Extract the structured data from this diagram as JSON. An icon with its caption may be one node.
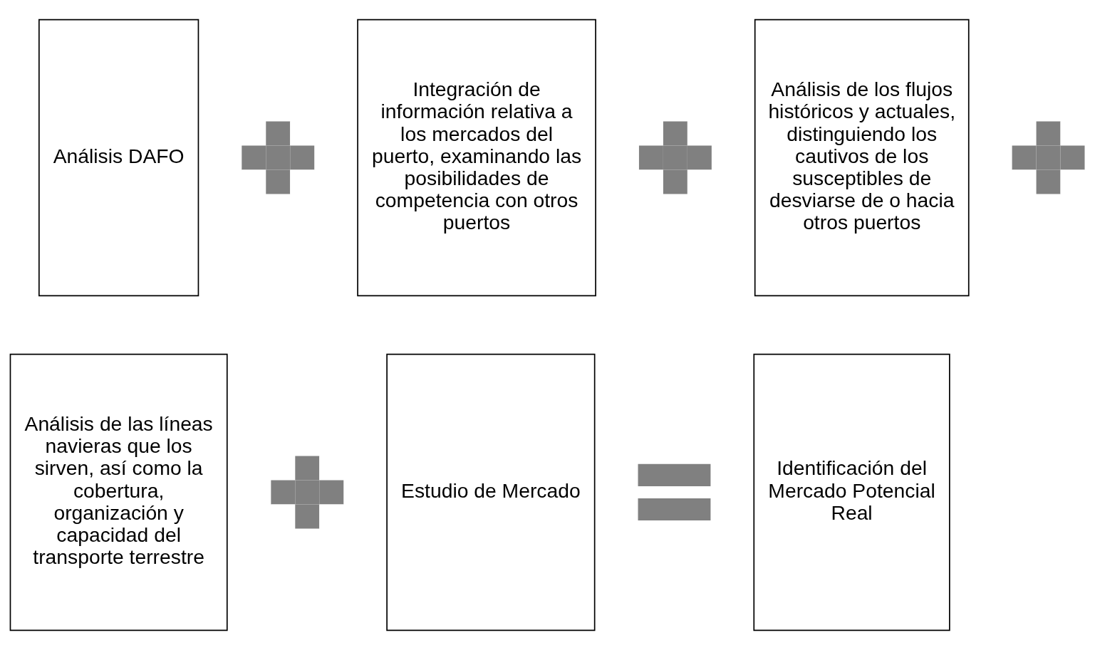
{
  "diagram": {
    "nodes": [
      {
        "text": [
          "Análisis DAFO"
        ]
      },
      {
        "text": [],
        "shape": "plus"
      },
      {
        "text": [
          "Integración de información relativa a los mercados del puerto, examinando las posibilidades de competencia con otros puertos"
        ]
      },
      {
        "text": [],
        "shape": "plus"
      },
      {
        "text": [
          "Análisis de los flujos históricos y actuales, distinguiendo los cautivos de los susceptibles de desviarse de o hacia otros puertos"
        ]
      },
      {
        "text": [],
        "shape": "plus"
      },
      {
        "text": [
          "Análisis de las líneas navieras que los sirven, así como la cobertura, organización y capacidad del transporte terrestre"
        ]
      },
      {
        "text": [],
        "shape": "plus"
      },
      {
        "text": [
          "Estudio de Mercado"
        ]
      },
      {
        "text": [],
        "shape": "equals"
      },
      {
        "text": [
          "Identificación del Mercado Potencial  Real"
        ]
      }
    ],
    "edges": []
  }
}
